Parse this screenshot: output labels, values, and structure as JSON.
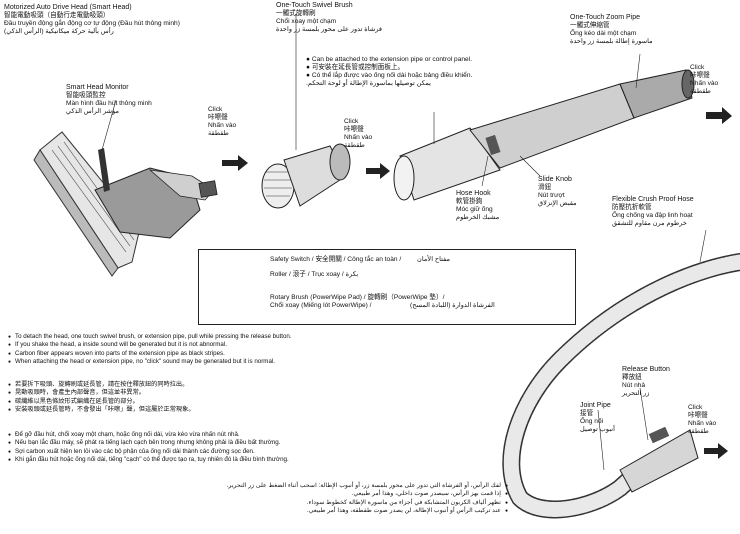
{
  "head": {
    "title": "Motorized Auto Drive Head (Smart Head)",
    "zh": "智能電動吸頭（自動行走電動吸頭）",
    "vi": "Đầu truyền động gắn động cơ tự động (Đầu hút thông minh)",
    "ar": "رأس بآلية حركة ميكانيكية (الرأس الذكي)"
  },
  "monitor": {
    "title": "Smart Head Monitor",
    "zh": "智能吸頭監控",
    "vi": "Màn hình đầu hút thông minh",
    "ar": "مؤشر الرأس الذكي"
  },
  "click1": {
    "en": "Click",
    "zh": "咔嚓聲",
    "vi": "Nhấn vào",
    "ar": "طقطقة"
  },
  "swivel": {
    "title": "One-Touch Swivel Brush",
    "zh": "一觸式旋轉刷",
    "vi": "Chổi xoay một chạm",
    "ar": "فرشاة تدور على محور بلمسة زر واحدة",
    "notes": [
      "Can be attached to the extension pipe or control panel.",
      "可安裝在延長管或控制面板上。",
      "Có thể lắp được vào ống nối dài hoặc bảng điều khiển."
    ],
    "note_ar": "يمكن توصيلها بماسورة الإطالة أو لوحة التحكم."
  },
  "click2": {
    "en": "Click",
    "zh": "咔嚓聲",
    "vi": "Nhấn vào",
    "ar": "طقطقة"
  },
  "zoom": {
    "title": "One-Touch Zoom Pipe",
    "zh": "一觸式伸縮管",
    "vi": "Ống kéo dài một chạm",
    "ar": "ماسورة إطالة بلمسة زر واحدة"
  },
  "click3": {
    "en": "Click",
    "zh": "咔嚓聲",
    "vi": "Nhấn vào",
    "ar": "طقطقة"
  },
  "hosehook": {
    "en": "Hose Hook",
    "zh": "軟管掛鉤",
    "vi": "Móc giữ ống",
    "ar": "مشبك الخرطوم"
  },
  "slide": {
    "en": "Slide Knob",
    "zh": "滑鈕",
    "vi": "Nút trượt",
    "ar": "مقبض الإنزلاق"
  },
  "hose": {
    "title": "Flexible Crush Proof Hose",
    "zh": "防壓抗折軟管",
    "vi": "Ống chống va đập linh hoạt",
    "ar": "خرطوم مرن مقاوم للتشقق"
  },
  "callout": {
    "safety": "Safety Switch / 安全開關 / Công tắc an toàn /",
    "safety_ar": "مفتاح الأمان",
    "roller": "Roller / 滾子 / Trục xoay /",
    "roller_ar": "بكرة",
    "rotary1": "Rotary Brush (PowerWipe Pad) / 旋轉刷（PowerWipe 墊）/",
    "rotary2": "Chổi xoay (Miếng lót PowerWipe) /",
    "rotary_ar": "الفرشاة الدوارة (اللبادة المسح)"
  },
  "release": {
    "en": "Release Button",
    "zh": "釋放鈕",
    "vi": "Nút nhả",
    "ar": "زر التحرير"
  },
  "joint": {
    "en": "Joint Pipe",
    "zh": "接管",
    "vi": "Ống nối",
    "ar": "أنبوب توصيل"
  },
  "click4": {
    "en": "Click",
    "zh": "咔嚓聲",
    "vi": "Nhấn vào",
    "ar": "طقطقة"
  },
  "notes_en": [
    "To detach the head, one touch swivel brush, or extension pipe, pull while pressing the release button.",
    "If you shake the head, a inside sound will be generated but it is not abnormal.",
    "Carbon fiber appears woven into parts of the extension pipe as black stripes.",
    "When attaching the head or extension pipe, no \"click\" sound may be generated but it is normal."
  ],
  "notes_zh": [
    "若要拆下吸頭、旋轉刷或延長管，請在按住釋放鈕的同時拉出。",
    "晃動吸頭時，會產生內部聲音，但這並非異常。",
    "碳纖維以黑色條紋形式編織在延長管的部分。",
    "安裝吸頭或延長管時，不會發出「咔嚓」聲，但這屬於正常現象。"
  ],
  "notes_vi": [
    "Để gỡ đầu hút, chổi xoay một chạm, hoặc ống nối dài, vừa kéo vừa nhấn nút nhả.",
    "Nếu bạn lắc đầu máy, sẽ phát ra tiếng lạch cạch bên trong nhưng không phải là điều bất thường.",
    "Sợi carbon xuất hiện len lỏi vào các bộ phận của ống nối dài thành các đường sọc đen.",
    "Khi gắn đầu hút hoặc ống nối dài, tiếng \"cạch\" có thể được tạo ra, tuy nhiên đó là điều bình thường."
  ],
  "notes_ar": [
    "لفك الرأس، أو الفرشاة التي تدور على محور بلمسة زر، أو أنبوب الإطالة: اسحب أثناء الضغط على زر التحرير.",
    "إذا قمت بهز الرأس، سيصدر صوت داخلي، وهذا أمر طبيعي.",
    "تظهر ألياف الكربون المتشابكة في أجزاء من ماسورة الإطالة كخطوط سوداء.",
    "عند تركيب الرأس أو أنبوب الإطالة، لن يصدر صوت طقطقة، وهذا أمر طبيعي."
  ],
  "colors": {
    "ink": "#111111",
    "line": "#333333",
    "part": "#d9d9d9",
    "dark": "#2b2b2b"
  }
}
